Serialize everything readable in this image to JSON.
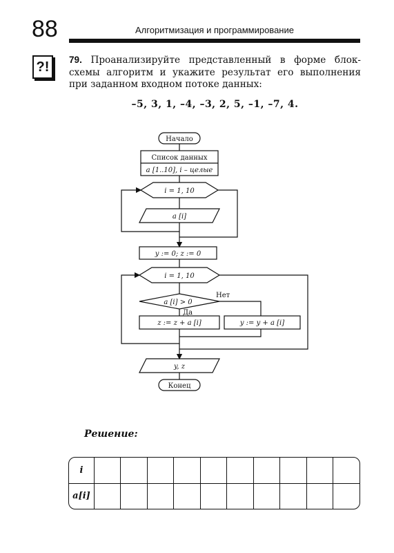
{
  "header": {
    "page_number": "88",
    "running_head": "Алгоритмизация и программирование"
  },
  "task": {
    "icon_label": "?!",
    "number": "79.",
    "text": "Проанализируйте представленный в форме блок-схемы алгоритм и укажите результат его выполнения при заданном входном потоке данных:",
    "input_sequence": "–5, 3, 1, –4, –3, 2, 5, –1, –7, 4."
  },
  "flowchart": {
    "start": "Начало",
    "data_title": "Список данных",
    "data_decl": "a [1..10], i – целые",
    "loop1": "i = 1, 10",
    "input": "a [i]",
    "assign": "y := 0; z := 0",
    "loop2": "i = 1, 10",
    "condition": "a [i] > 0",
    "yes": "Да",
    "no": "Нет",
    "yes_action": "z := z + a [i]",
    "no_action": "y := y + a [i]",
    "output": "y, z",
    "end": "Конец"
  },
  "solution": {
    "label": "Решение:",
    "rows": [
      {
        "header": "i"
      },
      {
        "header": "a[i]"
      }
    ],
    "blank_columns": 10
  }
}
